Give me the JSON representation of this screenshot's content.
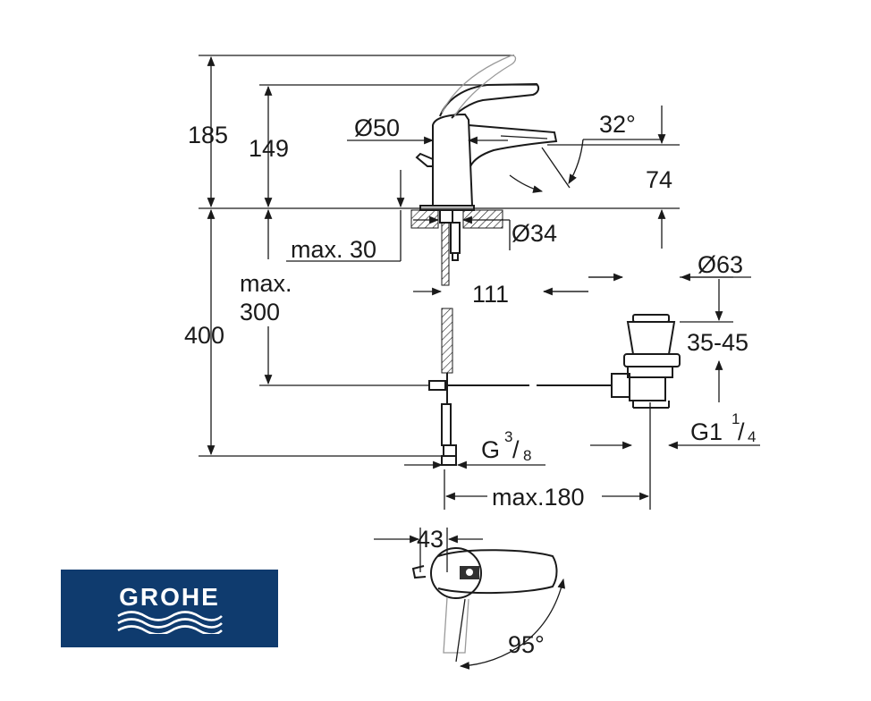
{
  "brand": {
    "name": "GROHE",
    "background": "#0f3b6e",
    "foreground": "#ffffff"
  },
  "dimensions": {
    "h185": "185",
    "h149": "149",
    "d50": "Ø50",
    "angle32": "32°",
    "h74": "74",
    "d34": "Ø34",
    "max30": "max. 30",
    "max300_line1": "max.",
    "max300_line2": "300",
    "h400": "400",
    "l111": "111",
    "d63": "Ø63",
    "r35_45": "35-45",
    "g38_base": "G",
    "g38_num": "3",
    "g38_den": "8",
    "g114_base": "G1",
    "g114_num": "1",
    "g114_den": "4",
    "max180": "max.180",
    "w43": "43",
    "angle95": "95°"
  }
}
